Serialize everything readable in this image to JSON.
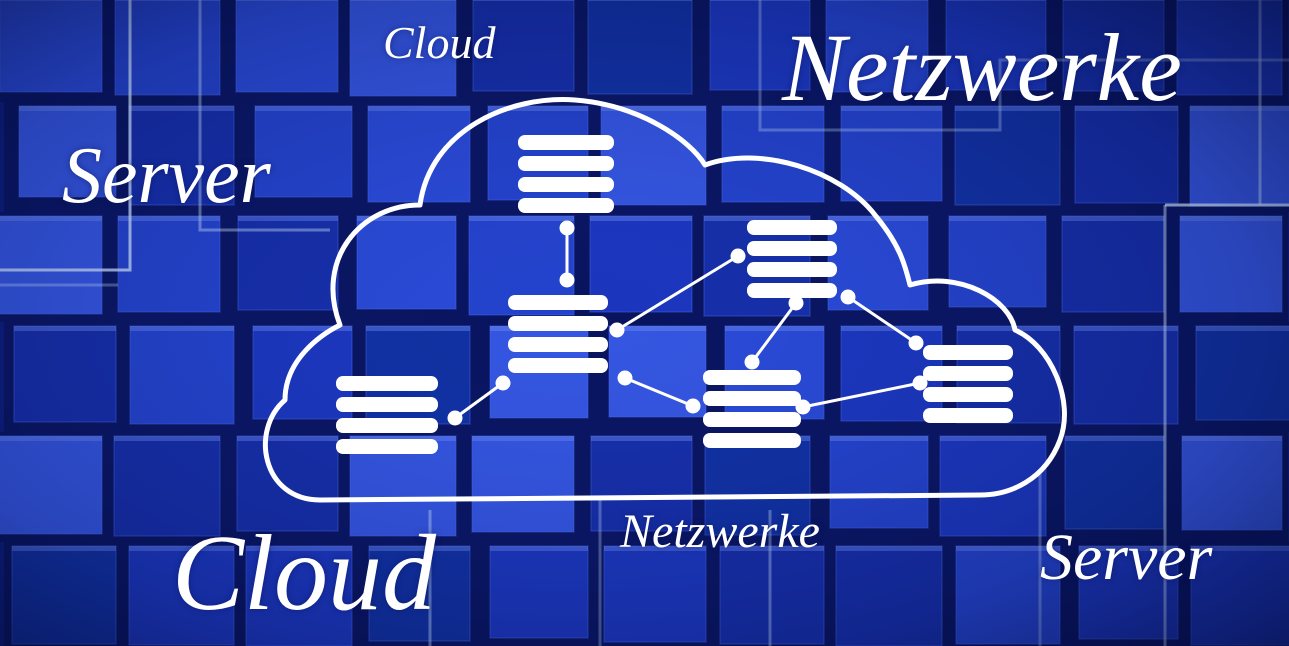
{
  "scene": {
    "words": {
      "cloud_small": "Cloud",
      "netzwerke_large": "Netzwerke",
      "server_left": "Server",
      "netzwerke_small": "Netzwerke",
      "cloud_large": "Cloud",
      "server_right": "Server"
    },
    "colors": {
      "background": "#0a1a6e",
      "cube_dark": "#0d1f8a",
      "cube_mid": "#1f3ac0",
      "cube_light": "#4a66e0",
      "line_light": "#c8e4ff",
      "text": "#ffffff"
    },
    "icons": [
      "cloud-outline-icon",
      "server-stack-icon",
      "network-connection-icon"
    ]
  }
}
